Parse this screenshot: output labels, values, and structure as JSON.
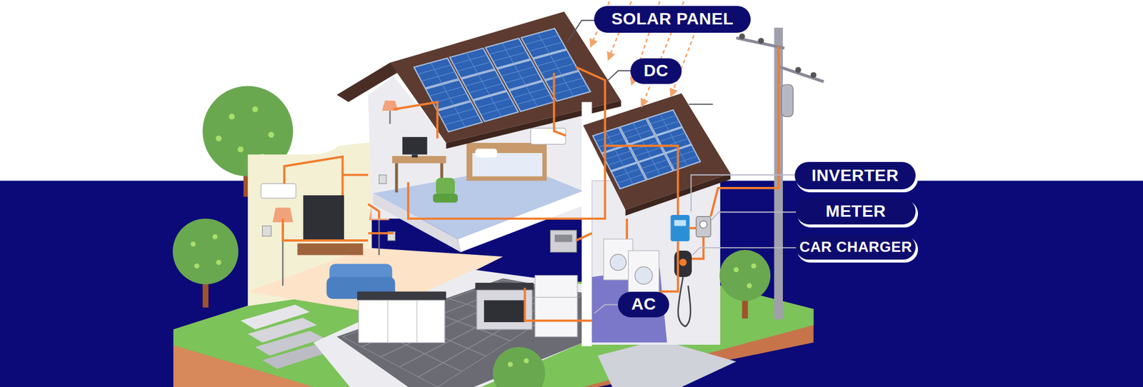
{
  "diagram": {
    "nodes": [
      {
        "text": [
          "SOLAR PANEL"
        ]
      },
      {
        "text": [
          "DC"
        ]
      },
      {
        "text": [
          "INVERTER"
        ]
      },
      {
        "text": [
          "METER"
        ]
      },
      {
        "text": [
          "CAR CHARGER"
        ]
      },
      {
        "text": [
          "AC"
        ]
      }
    ]
  }
}
